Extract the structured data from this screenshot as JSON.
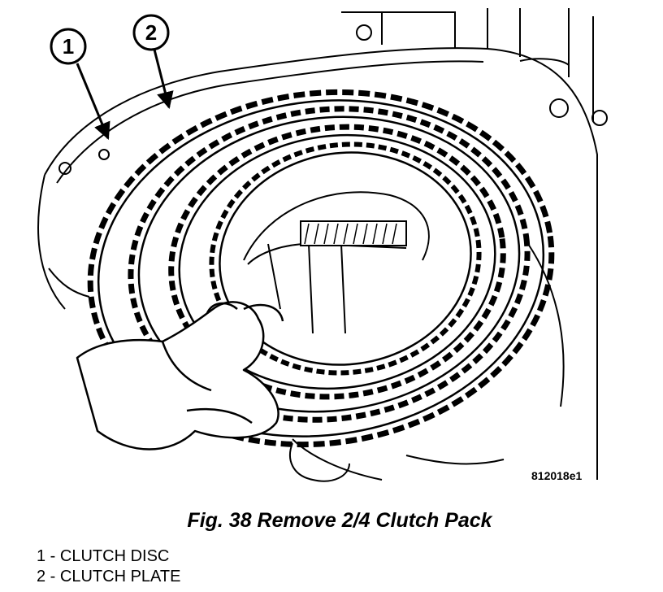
{
  "figure": {
    "code": "812018e1",
    "caption": "Fig. 38 Remove 2/4 Clutch Pack"
  },
  "callouts": [
    {
      "number": "1"
    },
    {
      "number": "2"
    }
  ],
  "legend": [
    {
      "number": "1",
      "separator": " - ",
      "label": "CLUTCH DISC"
    },
    {
      "number": "2",
      "separator": " - ",
      "label": "CLUTCH PLATE"
    }
  ]
}
